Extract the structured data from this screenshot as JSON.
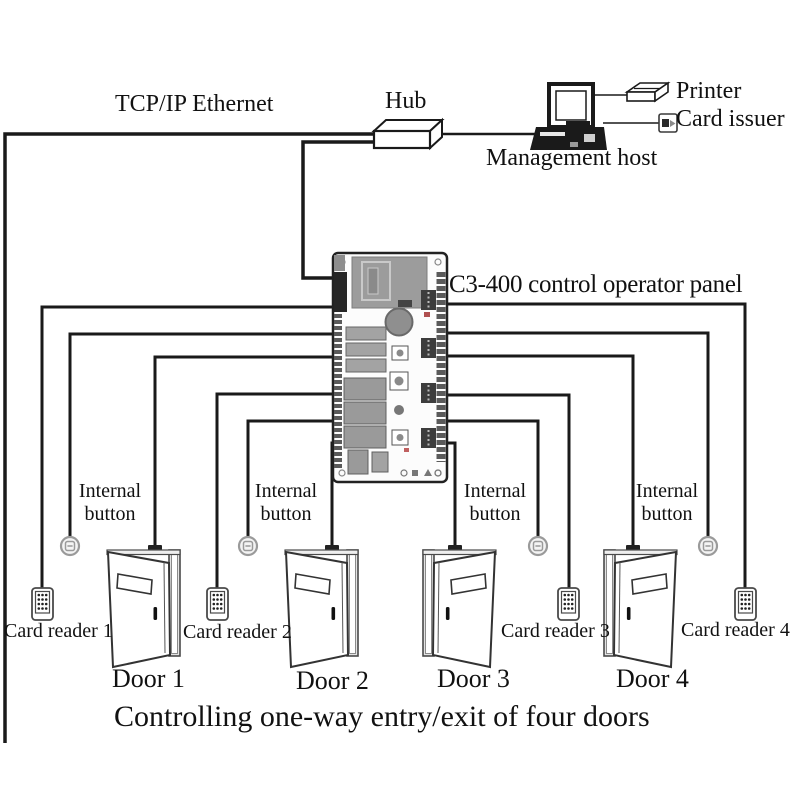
{
  "diagram": {
    "caption": "Controlling one-way entry/exit of four doors"
  },
  "network": {
    "ethernet_label": "TCP/IP Ethernet",
    "hub_label": "Hub",
    "printer_label": "Printer",
    "card_issuer_label": "Card issuer",
    "management_host_label": "Management host"
  },
  "panel": {
    "label": "C3-400 control operator panel"
  },
  "internal_buttons": [
    {
      "line1": "Internal",
      "line2": "button"
    },
    {
      "line1": "Internal",
      "line2": "button"
    },
    {
      "line1": "Internal",
      "line2": "button"
    },
    {
      "line1": "Internal",
      "line2": "button"
    }
  ],
  "card_readers": [
    {
      "label": "Card reader 1"
    },
    {
      "label": "Card reader 2"
    },
    {
      "label": "Card reader 3"
    },
    {
      "label": "Card reader 4"
    }
  ],
  "doors": [
    {
      "label": "Door 1"
    },
    {
      "label": "Door 2"
    },
    {
      "label": "Door 3"
    },
    {
      "label": "Door 4"
    }
  ],
  "colors": {
    "wire": "#1a1a1a",
    "text": "#111111",
    "pcb_gray": "#999999"
  }
}
